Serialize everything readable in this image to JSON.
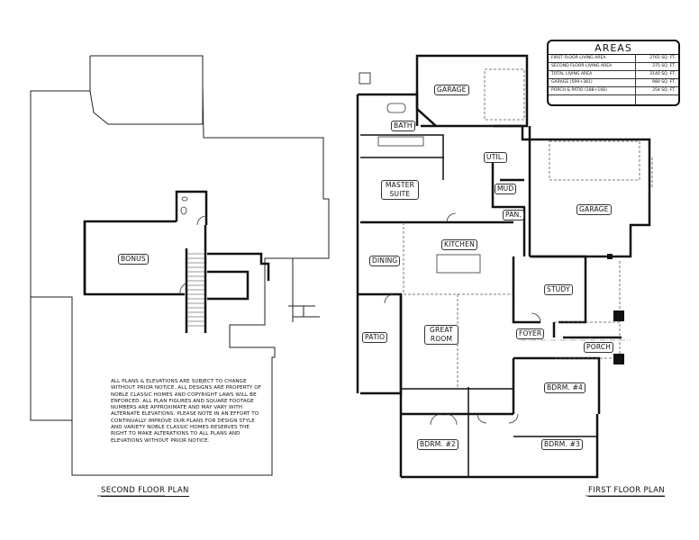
{
  "areas_table": {
    "title": "AREAS",
    "rows": [
      {
        "label": "FIRST FLOOR LIVING AREA",
        "value": "2765 SQ. FT."
      },
      {
        "label": "SECOND FLOOR LIVING AREA",
        "value": "375 SQ. FT."
      },
      {
        "label": "TOTAL LIVING AREA",
        "value": "3140 SQ. FT."
      },
      {
        "label": "GARAGE (599+381)",
        "value": "980 SQ. FT."
      },
      {
        "label": "PORCH & PATIO (188+166)",
        "value": "354 SQ. FT."
      },
      {
        "label": "",
        "value": ""
      }
    ]
  },
  "second_floor": {
    "title": "SECOND FLOOR PLAN",
    "rooms": {
      "bonus": "BONUS"
    },
    "notice": "ALL PLANS & ELEVATIONS ARE SUBJECT TO CHANGE WITHOUT PRIOR NOTICE. ALL DESIGNS ARE PROPERTY OF NOBLE CLASSIC HOMES AND COPYRIGHT LAWS WILL BE ENFORCED. ALL PLAN FIGURES AND SQUARE FOOTAGE NUMBERS ARE APPROXIMATE AND MAY VARY WITH ALTERNATE ELEVATIONS. PLEASE NOTE IN AN EFFORT TO CONTINUALLY IMPROVE OUR PLANS FOR DESIGN STYLE AND VARIETY NOBLE CLASSIC HOMES RESERVES THE RIGHT TO MAKE ALTERATIONS TO ALL PLANS AND ELEVATIONS WITHOUT PRIOR NOTICE."
  },
  "first_floor": {
    "title": "FIRST FLOOR PLAN",
    "rooms": {
      "garage_1": "GARAGE",
      "bath": "BATH",
      "master_suite": "MASTER SUITE",
      "util": "UTIL.",
      "mud": "MUD",
      "pan": "PAN.",
      "garage_2": "GARAGE",
      "kitchen": "KITCHEN",
      "dining": "DINING",
      "study": "STUDY",
      "patio": "PATIO",
      "great_room": "GREAT ROOM",
      "foyer": "FOYER",
      "porch": "PORCH",
      "bdrm_4": "BDRM. #4",
      "bdrm_2": "BDRM. #2",
      "bdrm_3": "BDRM. #3"
    }
  }
}
